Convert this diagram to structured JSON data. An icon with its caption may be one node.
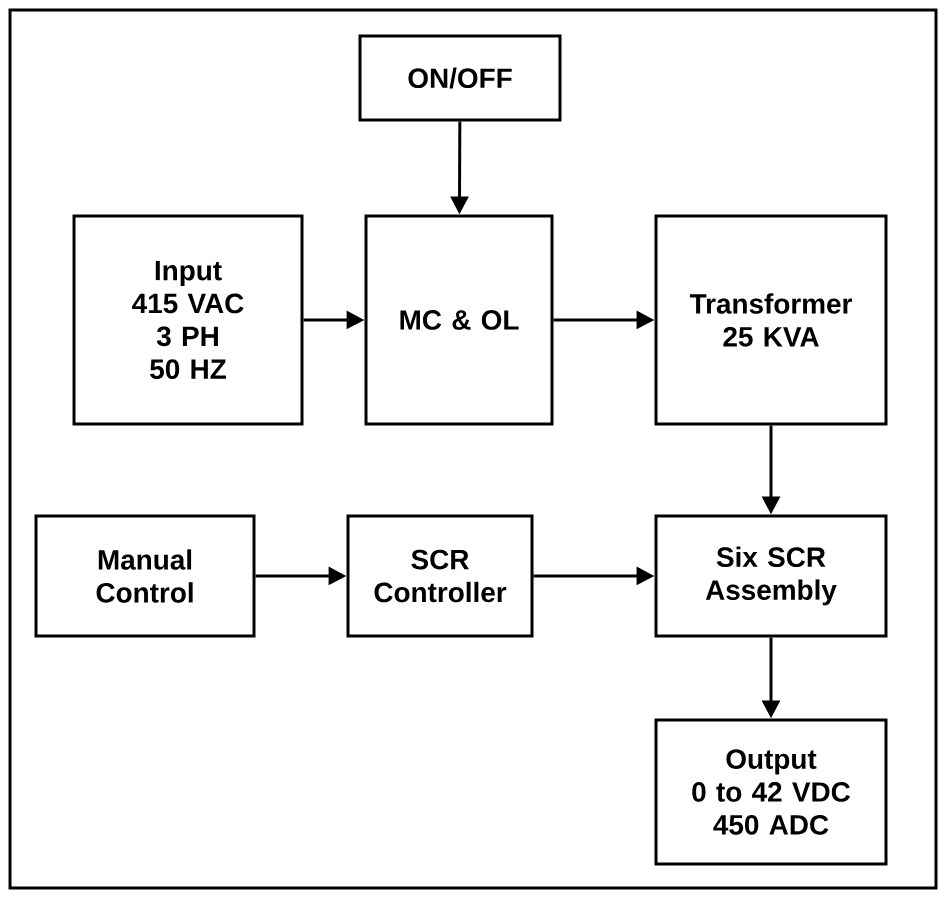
{
  "diagram": {
    "nodes": [
      {
        "text": [
          "ON/OFF"
        ]
      },
      {
        "text": [
          "Input",
          "415 VAC",
          "3 PH",
          "50 HZ"
        ]
      },
      {
        "text": [
          "MC & OL"
        ]
      },
      {
        "text": [
          "Transformer",
          "25 KVA"
        ]
      },
      {
        "text": [
          "Manual Control"
        ]
      },
      {
        "text": [
          "SCR Controller"
        ]
      },
      {
        "text": [
          "Six SCR Assembly"
        ]
      },
      {
        "text": [
          "Output",
          "0 to 42 VDC",
          "450 ADC"
        ]
      }
    ],
    "edges": [
      {
        "from": 0,
        "to": 2,
        "arrow": "to"
      },
      {
        "from": 1,
        "to": 2,
        "arrow": "to"
      },
      {
        "from": 2,
        "to": 3,
        "arrow": "to"
      },
      {
        "from": 3,
        "to": 6,
        "arrow": "to"
      },
      {
        "from": 4,
        "to": 5,
        "arrow": "to"
      },
      {
        "from": 5,
        "to": 6,
        "arrow": "to"
      },
      {
        "from": 6,
        "to": 7,
        "arrow": "to"
      }
    ]
  }
}
